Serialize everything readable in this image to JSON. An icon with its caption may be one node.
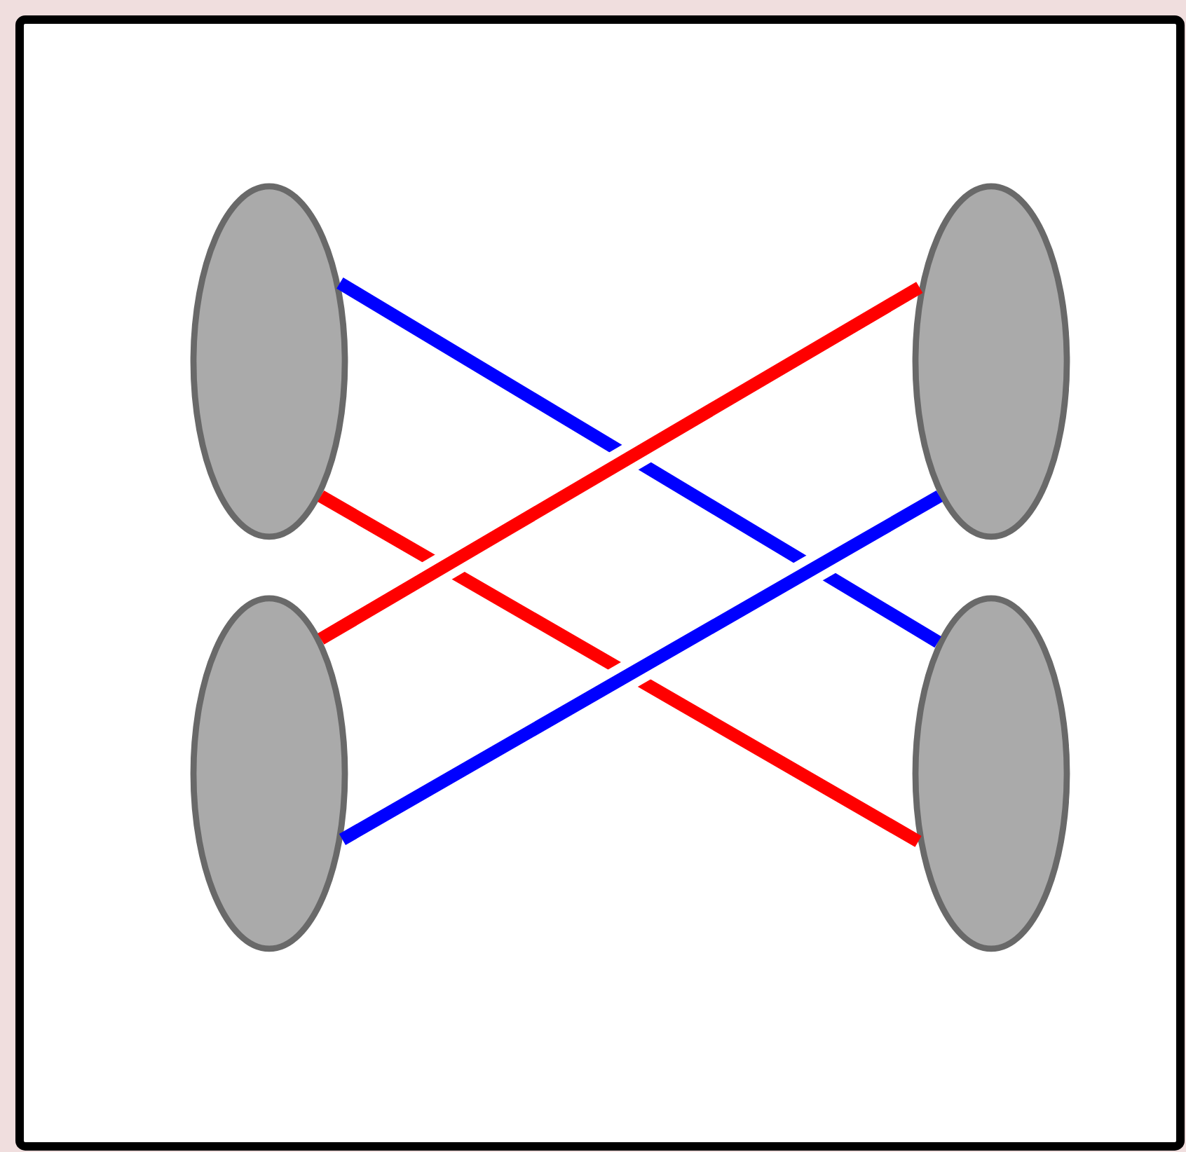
{
  "diagram": {
    "nodes": [
      {
        "text": [],
        "shape": "ellipse"
      },
      {
        "text": [],
        "shape": "ellipse"
      },
      {
        "text": [],
        "shape": "ellipse"
      },
      {
        "text": [],
        "shape": "ellipse"
      }
    ],
    "edges": [
      {
        "from": 0,
        "to": 3,
        "arrow": "none",
        "color": "#0000ff"
      },
      {
        "from": 0,
        "to": 3,
        "arrow": "none",
        "color": "#ff0000"
      },
      {
        "from": 1,
        "to": 2,
        "arrow": "none",
        "color": "#ff0000"
      },
      {
        "from": 1,
        "to": 2,
        "arrow": "none",
        "color": "#0000ff"
      }
    ]
  }
}
